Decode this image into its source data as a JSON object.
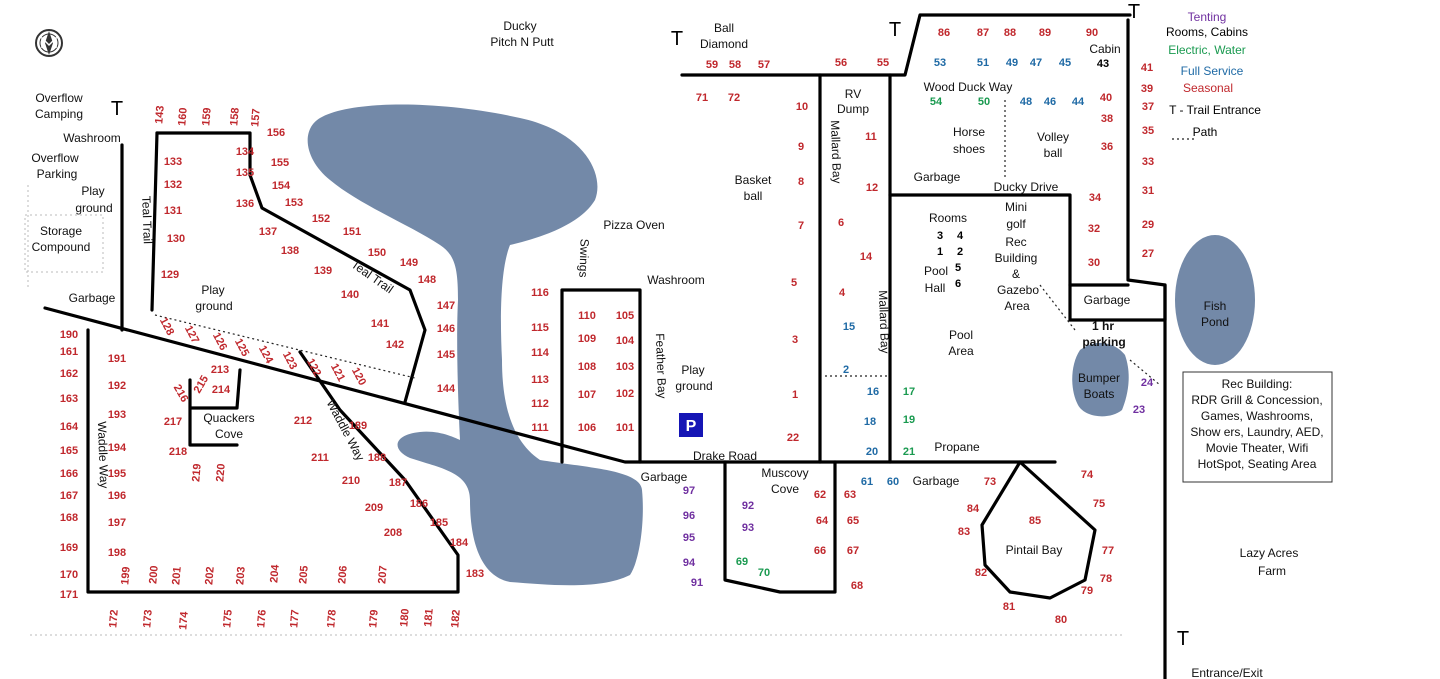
{
  "colors": {
    "seasonal": "#c0282d",
    "tenting": "#7030a0",
    "electric_water": "#1a9a50",
    "full_service": "#1f6aa5",
    "cabin": "#000000",
    "water": "#7389a8",
    "parking": "#1515b5"
  },
  "icons": {
    "compass": "compass-rose-icon",
    "parking": "parking-sign-icon",
    "trail": "trail-entrance-letter"
  },
  "legend": {
    "tenting": "Tenting",
    "rooms_cabins": "Rooms, Cabins",
    "electric_water": "Electric, Water",
    "full_service": "Full Service",
    "seasonal": "Seasonal",
    "trail_entrance": "T - Trail Entrance",
    "path": "Path"
  },
  "trail_marker": "T",
  "parking_sign": "P",
  "info_box": {
    "lines": [
      "Rec Building:",
      "RDR Grill & Concession,",
      "Games, Washrooms,",
      "Show ers,  Laundry, AED,",
      "Movie Theater, Wifi",
      "HotSpot, Seating Area"
    ]
  },
  "labels": [
    {
      "id": "ducky-pitch-1",
      "text": "Ducky"
    },
    {
      "id": "ducky-pitch-2",
      "text": "Pitch N Putt"
    },
    {
      "id": "ball-diamond-1",
      "text": "Ball"
    },
    {
      "id": "ball-diamond-2",
      "text": "Diamond"
    },
    {
      "id": "cabin",
      "text": "Cabin"
    },
    {
      "id": "overflow-camping-1",
      "text": "Overflow"
    },
    {
      "id": "overflow-camping-2",
      "text": "Camping"
    },
    {
      "id": "washroom-left",
      "text": "Washroom"
    },
    {
      "id": "overflow-parking-1",
      "text": "Overflow"
    },
    {
      "id": "overflow-parking-2",
      "text": "Parking"
    },
    {
      "id": "playground-left-1",
      "text": "Play"
    },
    {
      "id": "playground-left-2",
      "text": "ground"
    },
    {
      "id": "storage-1",
      "text": "Storage"
    },
    {
      "id": "storage-2",
      "text": "Compound"
    },
    {
      "id": "garbage-left",
      "text": "Garbage"
    },
    {
      "id": "playground-mid-1",
      "text": "Play"
    },
    {
      "id": "playground-mid-2",
      "text": "ground"
    },
    {
      "id": "quackers-1",
      "text": "Quackers"
    },
    {
      "id": "quackers-2",
      "text": "Cove"
    },
    {
      "id": "pizza-oven",
      "text": "Pizza Oven"
    },
    {
      "id": "washroom-mid",
      "text": "Washroom"
    },
    {
      "id": "playground-right-1",
      "text": "Play"
    },
    {
      "id": "playground-right-2",
      "text": "ground"
    },
    {
      "id": "basketball-1",
      "text": "Basket"
    },
    {
      "id": "basketball-2",
      "text": "ball"
    },
    {
      "id": "rv-dump-1",
      "text": "RV"
    },
    {
      "id": "rv-dump-2",
      "text": "Dump"
    },
    {
      "id": "wood-duck-way",
      "text": "Wood Duck Way"
    },
    {
      "id": "horseshoes-1",
      "text": "Horse"
    },
    {
      "id": "horseshoes-2",
      "text": "shoes"
    },
    {
      "id": "volleyball-1",
      "text": "Volley"
    },
    {
      "id": "volleyball-2",
      "text": "ball"
    },
    {
      "id": "garbage-top",
      "text": "Garbage"
    },
    {
      "id": "ducky-drive",
      "text": "Ducky Drive"
    },
    {
      "id": "rooms",
      "text": "Rooms"
    },
    {
      "id": "mini-golf-1",
      "text": "Mini"
    },
    {
      "id": "mini-golf-2",
      "text": "golf"
    },
    {
      "id": "rec-1",
      "text": "Rec"
    },
    {
      "id": "rec-2",
      "text": "Building"
    },
    {
      "id": "rec-3",
      "text": "&"
    },
    {
      "id": "rec-4",
      "text": "Gazebo"
    },
    {
      "id": "rec-5",
      "text": "Area"
    },
    {
      "id": "pool-hall-1",
      "text": "Pool"
    },
    {
      "id": "pool-hall-2",
      "text": "Hall"
    },
    {
      "id": "pool-area-1",
      "text": "Pool"
    },
    {
      "id": "pool-area-2",
      "text": "Area"
    },
    {
      "id": "garbage-right",
      "text": "Garbage"
    },
    {
      "id": "parking-1",
      "text": "1 hr"
    },
    {
      "id": "parking-2",
      "text": "parking"
    },
    {
      "id": "fish-pond-1",
      "text": "Fish"
    },
    {
      "id": "fish-pond-2",
      "text": "Pond"
    },
    {
      "id": "bumper-1",
      "text": "Bumper"
    },
    {
      "id": "bumper-2",
      "text": "Boats"
    },
    {
      "id": "propane",
      "text": "Propane"
    },
    {
      "id": "drake-road",
      "text": "Drake Road"
    },
    {
      "id": "garbage-drake",
      "text": "Garbage"
    },
    {
      "id": "muscovy-1",
      "text": "Muscovy"
    },
    {
      "id": "muscovy-2",
      "text": "Cove"
    },
    {
      "id": "garbage-bottom",
      "text": "Garbage"
    },
    {
      "id": "pintail-bay",
      "text": "Pintail Bay"
    },
    {
      "id": "lazy-acres-1",
      "text": "Lazy Acres"
    },
    {
      "id": "lazy-acres-2",
      "text": "Farm"
    },
    {
      "id": "entrance",
      "text": "Entrance/Exit"
    }
  ],
  "road_labels": [
    {
      "id": "teal-trail-left",
      "text": "Teal Trail"
    },
    {
      "id": "teal-trail-right",
      "text": "Teal Trail"
    },
    {
      "id": "waddle-way-left",
      "text": "Waddle Way"
    },
    {
      "id": "waddle-way-mid",
      "text": "Waddle Way"
    },
    {
      "id": "mallard-bay-top",
      "text": "Mallard Bay"
    },
    {
      "id": "mallard-bay-bottom",
      "text": "Mallard Bay"
    },
    {
      "id": "feather-bay",
      "text": "Feather Bay"
    },
    {
      "id": "swings",
      "text": "Swings"
    }
  ],
  "sites": {
    "seasonal": [
      "143",
      "160",
      "159",
      "158",
      "157",
      "156",
      "133",
      "134",
      "155",
      "132",
      "135",
      "154",
      "131",
      "136",
      "153",
      "130",
      "137",
      "152",
      "151",
      "138",
      "150",
      "149",
      "139",
      "129",
      "148",
      "140",
      "147",
      "146",
      "141",
      "142",
      "145",
      "144",
      "128",
      "127",
      "126",
      "125",
      "124",
      "123",
      "122",
      "121",
      "120",
      "190",
      "161",
      "162",
      "163",
      "164",
      "165",
      "166",
      "167",
      "168",
      "169",
      "170",
      "171",
      "191",
      "192",
      "193",
      "194",
      "195",
      "196",
      "197",
      "198",
      "199",
      "200",
      "201",
      "202",
      "203",
      "204",
      "205",
      "206",
      "207",
      "172",
      "173",
      "174",
      "175",
      "176",
      "177",
      "178",
      "179",
      "180",
      "181",
      "182",
      "213",
      "214",
      "215",
      "216",
      "217",
      "218",
      "219",
      "220",
      "212",
      "189",
      "211",
      "188",
      "210",
      "187",
      "209",
      "186",
      "208",
      "185",
      "184",
      "183",
      "116",
      "115",
      "114",
      "113",
      "112",
      "111",
      "110",
      "105",
      "109",
      "104",
      "108",
      "103",
      "107",
      "102",
      "106",
      "101",
      "59",
      "58",
      "57",
      "56",
      "55",
      "71",
      "72",
      "10",
      "9",
      "8",
      "7",
      "5",
      "3",
      "1",
      "22",
      "11",
      "12",
      "6",
      "14",
      "4",
      "86",
      "87",
      "88",
      "89",
      "90",
      "41",
      "39",
      "37",
      "35",
      "33",
      "31",
      "29",
      "27",
      "40",
      "38",
      "36",
      "34",
      "32",
      "30",
      "62",
      "63",
      "64",
      "65",
      "66",
      "67",
      "68",
      "73",
      "74",
      "75",
      "84",
      "83",
      "85",
      "77",
      "82",
      "78",
      "79",
      "81",
      "80"
    ],
    "tenting": [
      "97",
      "96",
      "95",
      "94",
      "91",
      "92",
      "93",
      "24",
      "23"
    ],
    "electric_water": [
      "54",
      "50",
      "17",
      "19",
      "21",
      "69",
      "70"
    ],
    "full_service": [
      "53",
      "51",
      "49",
      "47",
      "45",
      "48",
      "46",
      "44",
      "15",
      "2",
      "16",
      "18",
      "20",
      "61",
      "60"
    ],
    "cabins": [
      "43",
      "3",
      "4",
      "1",
      "2",
      "5",
      "6"
    ]
  }
}
